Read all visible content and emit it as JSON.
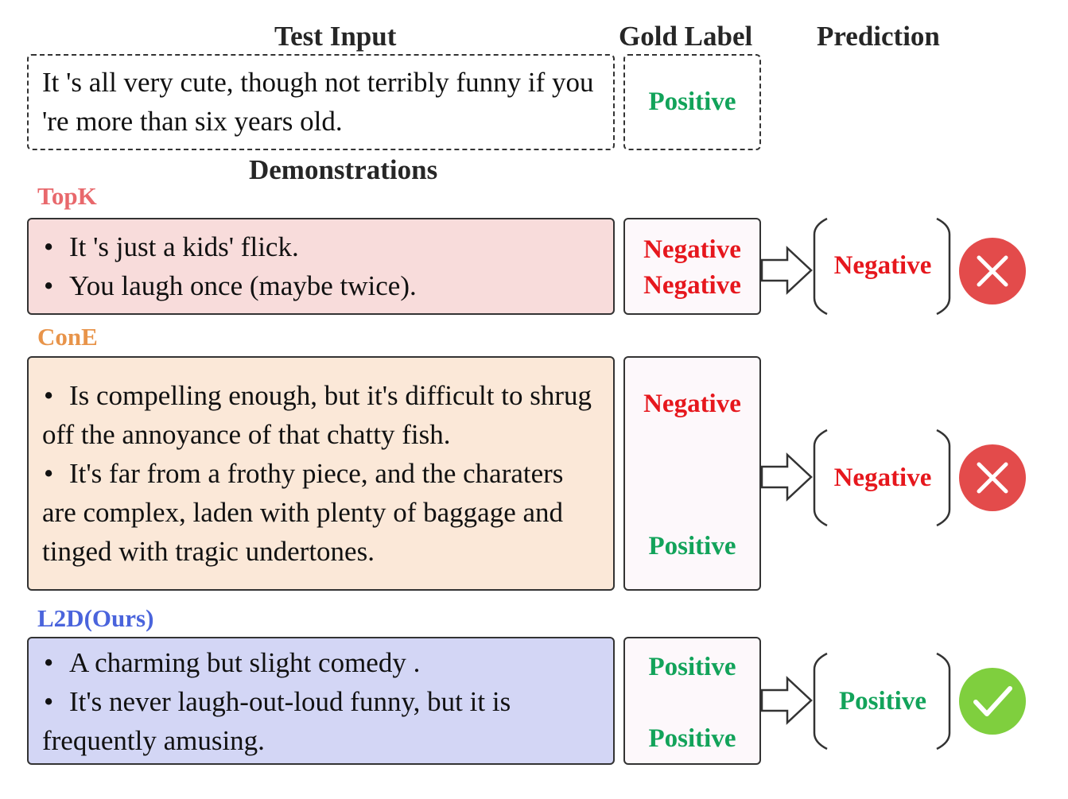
{
  "headers": {
    "test_input": "Test Input",
    "gold_label": "Gold Label",
    "prediction": "Prediction",
    "demonstrations": "Demonstrations"
  },
  "test": {
    "text": "It 's all very cute, though not terribly funny if you 're more than six years old.",
    "gold": "Positive"
  },
  "methods": [
    {
      "name": "TopK",
      "color": "#e8686c",
      "box_color": "#f8dcdb",
      "items": [
        "It 's just a kids' flick.",
        "You laugh once (maybe twice)."
      ],
      "labels": [
        "Negative",
        "Negative"
      ],
      "prediction": "Negative",
      "result": "wrong"
    },
    {
      "name": "ConE",
      "color": "#e8944a",
      "box_color": "#fbe8d8",
      "items": [
        "Is compelling enough, but it's difficult to shrug off the annoyance of that chatty fish.",
        "It's far from a frothy piece, and the charaters are complex, laden with plenty of baggage and tinged with tragic undertones."
      ],
      "labels": [
        "Negative",
        "Positive"
      ],
      "prediction": "Negative",
      "result": "wrong"
    },
    {
      "name": "L2D(Ours)",
      "color": "#4a64dc",
      "box_color": "#d3d6f5",
      "items": [
        "A charming but slight comedy .",
        "It's never laugh-out-loud funny, but it is frequently amusing."
      ],
      "labels": [
        "Positive",
        "Positive"
      ],
      "prediction": "Positive",
      "result": "correct"
    }
  ],
  "colors": {
    "positive": "#12a35a",
    "negative": "#e6171d",
    "wrong_icon": "#e34b4b",
    "correct_icon": "#7fcf3e"
  },
  "icons": {
    "wrong": "cross-icon",
    "correct": "check-icon"
  }
}
